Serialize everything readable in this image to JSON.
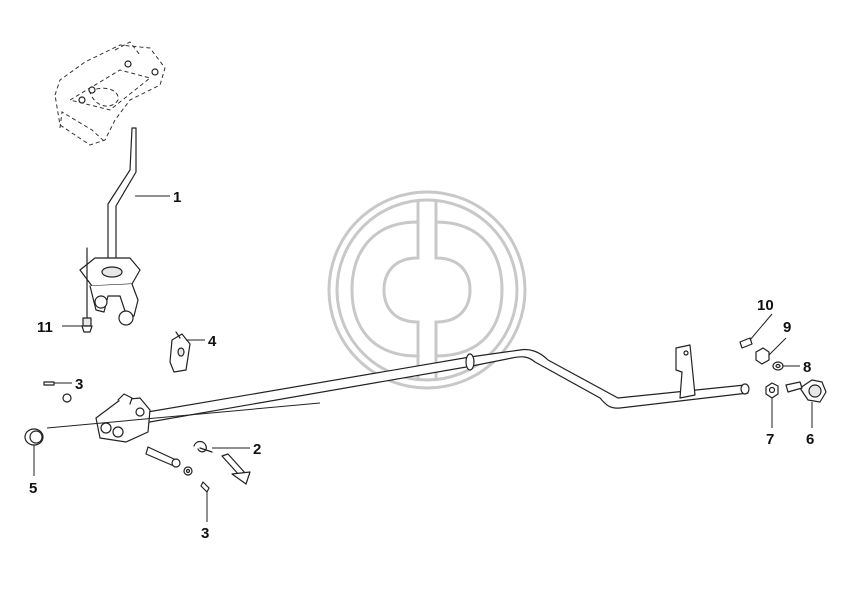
{
  "callouts": {
    "c1": "1",
    "c2": "2",
    "c3a": "3",
    "c3b": "3",
    "c4": "4",
    "c5": "5",
    "c6": "6",
    "c7": "7",
    "c8": "8",
    "c9": "9",
    "c10": "10",
    "c11": "11"
  },
  "colors": {
    "line": "#222222",
    "watermark": "#c8c8c8",
    "background": "#ffffff"
  }
}
